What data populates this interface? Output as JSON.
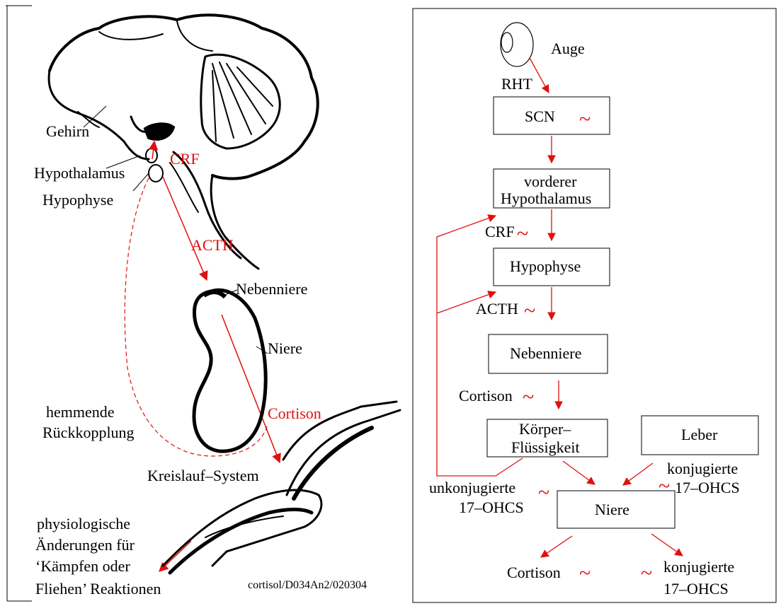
{
  "left_panel": {
    "labels": {
      "gehirn": "Gehirn",
      "hypothalamus": "Hypothalamus",
      "hypophyse": "Hypophyse",
      "crf": "CRF",
      "acth": "ACTH",
      "nebenniere": "Nebenniere",
      "niere": "Niere",
      "cortison": "Cortison",
      "hemmende": "hemmende",
      "rueckkopplung": "Rückkopplung",
      "kreislauf": "Kreislauf–System",
      "phys1": "physiologische",
      "phys2": "Änderungen für",
      "phys3": "‘Kämpfen oder",
      "phys4": "Fliehen’ Reaktionen",
      "credit": "cortisol/D034An2/020304"
    }
  },
  "right_panel": {
    "auge": "Auge",
    "rht": "RHT",
    "scn": "SCN",
    "vorderer1": "vorderer",
    "vorderer2": "Hypothalamus",
    "crf": "CRF",
    "hypophyse": "Hypophyse",
    "acth": "ACTH",
    "nebenniere": "Nebenniere",
    "cortison": "Cortison",
    "koerper1": "Körper–",
    "koerper2": "Flüssigkeit",
    "leber": "Leber",
    "konj1": "konjugierte",
    "konj2": "17–OHCS",
    "unkonj1": "unkonjugierte",
    "unkonj2": "17–OHCS",
    "niere": "Niere",
    "out_cortison": "Cortison",
    "out_konj1": "konjugierte",
    "out_konj2": "17–OHCS",
    "tilde": "~"
  },
  "colors": {
    "accent": "#e01010",
    "ink": "#000000"
  }
}
